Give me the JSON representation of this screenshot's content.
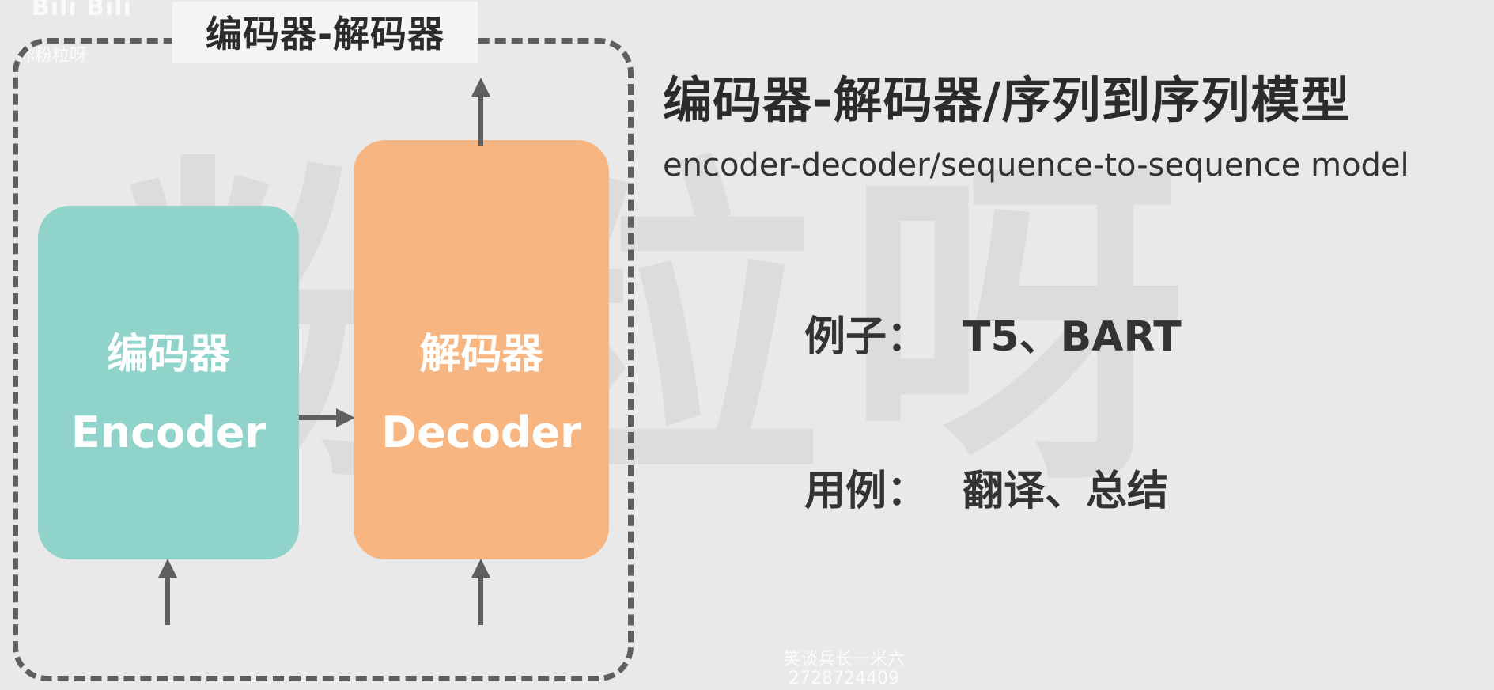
{
  "watermark": {
    "background_glyphs": "粉粒呀",
    "logo": "Bili Bili",
    "channel": "你粉粒呀",
    "footer_name": "笑谈兵长一米六",
    "footer_id": "2728724409"
  },
  "diagram": {
    "group_title": "编码器-解码器",
    "encoder": {
      "label_cn": "编码器",
      "label_en": "Encoder"
    },
    "decoder": {
      "label_cn": "解码器",
      "label_en": "Decoder"
    }
  },
  "info": {
    "heading": "编码器-解码器/序列到序列模型",
    "subheading": "encoder-decoder/sequence-to-sequence model",
    "examples_label": "例子：",
    "examples_value": "T5、BART",
    "uses_label": "用例：",
    "uses_value": "翻译、总结"
  },
  "colors": {
    "background": "#e9e9e9",
    "encoder": "#8fd3cb",
    "decoder": "#f7b581",
    "border": "#5f5f5f"
  }
}
